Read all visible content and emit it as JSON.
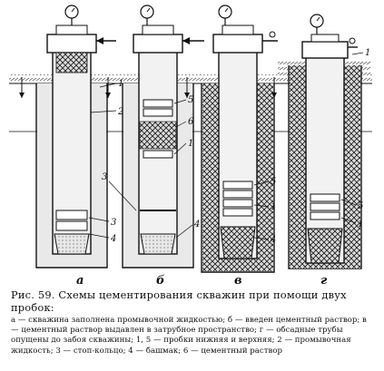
{
  "caption": "Рис. 59. Схемы цементирования скважин при помощи двух пробок:",
  "legend": "а — скважина заполнена промывочной жидкостью; б — введен цементный раствор; в — цементный раствор выдавлен в затрубное пространство; г — обсадные трубы опущены до забоя скважины; 1, 5 — пробки нижняя и верхняя; 2 — промывочная жидкость; 3 — стоп-кольцо; 4 — башмак; 6 — цементный раствор",
  "panels": {
    "a": {
      "letter": "а",
      "labels": [
        "1",
        "2",
        "3",
        "4"
      ]
    },
    "b": {
      "letter": "б",
      "labels": [
        "5",
        "6",
        "1",
        "3",
        "4"
      ]
    },
    "v": {
      "letter": "в",
      "labels": [
        "5",
        "1",
        "4"
      ]
    },
    "g": {
      "letter": "г",
      "labels": [
        "1",
        "5",
        "1"
      ]
    }
  },
  "colors": {
    "ink": "#111111",
    "fluid": "#e4e4e4",
    "cement": "#9a9a9a",
    "ground": "#c8c8c8"
  }
}
